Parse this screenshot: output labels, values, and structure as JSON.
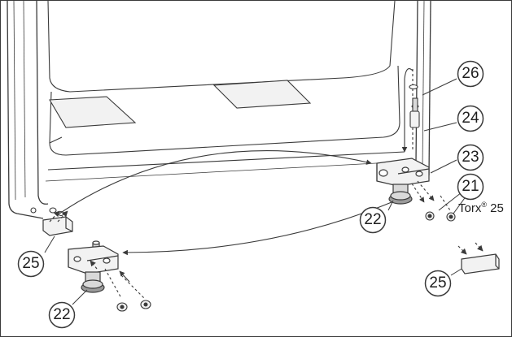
{
  "callouts": {
    "c26": "26",
    "c24": "24",
    "c23": "23",
    "c21": "21",
    "c22_right": "22",
    "c22_left": "22",
    "c25_left": "25",
    "c25_right": "25"
  },
  "torx": {
    "name": "Torx",
    "mark": "®",
    "size": "25"
  },
  "colors": {
    "line": "#3a3a3a",
    "fill_light": "#f2f2f2",
    "fill_mid": "#d9d9d9",
    "fill_dark": "#9a9a9a"
  }
}
